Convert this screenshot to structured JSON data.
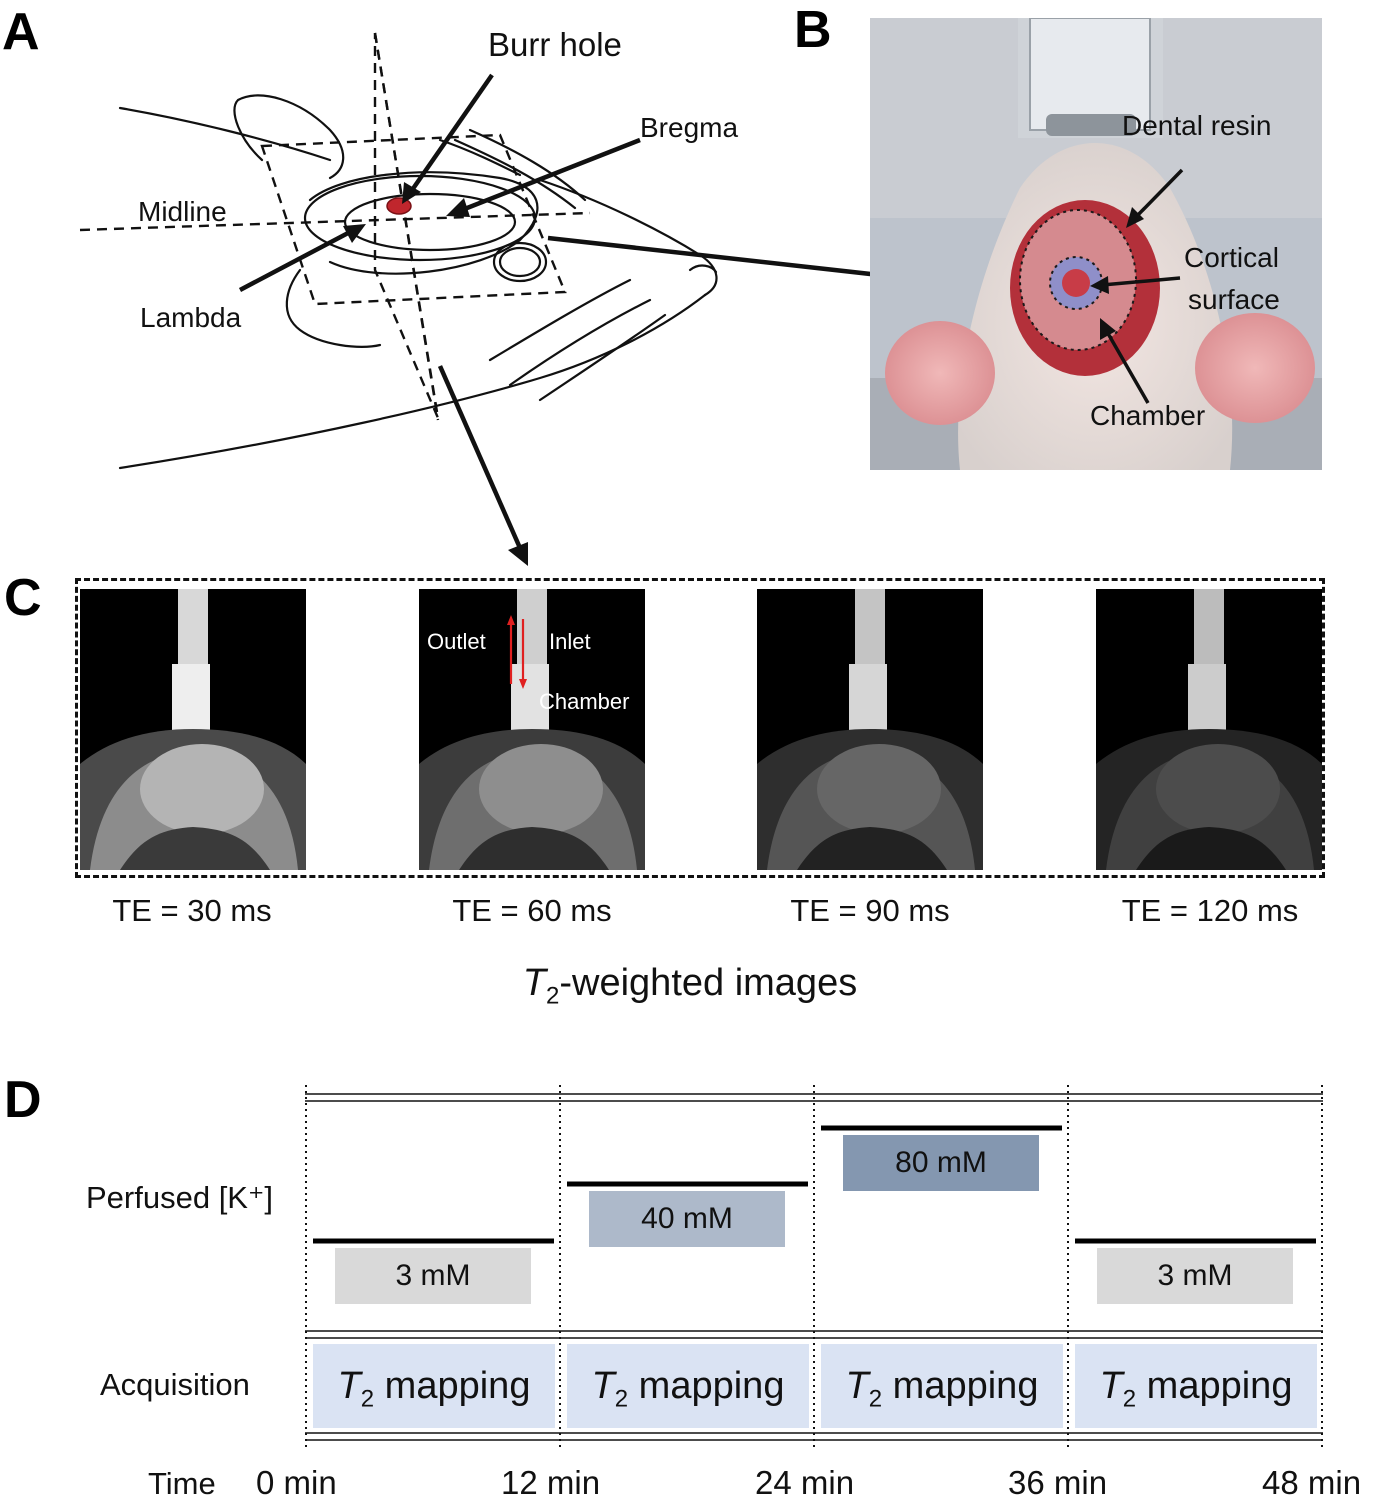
{
  "panels": [
    "A",
    "B",
    "C",
    "D"
  ],
  "panel_a": {
    "labels": {
      "burr_hole": "Burr hole",
      "bregma": "Bregma",
      "midline": "Midline",
      "lambda": "Lambda"
    }
  },
  "panel_b": {
    "labels": {
      "dental_resin": "Dental resin",
      "cortical": "Cortical",
      "surface": "surface",
      "chamber": "Chamber"
    }
  },
  "panel_c": {
    "overlay": {
      "outlet": "Outlet",
      "inlet": "Inlet",
      "chamber": "Chamber"
    },
    "te_labels": [
      "TE = 30 ms",
      "TE = 60 ms",
      "TE = 90 ms",
      "TE = 120 ms"
    ],
    "caption_italic": "T",
    "caption_sub": "2",
    "caption_rest": "-weighted images"
  },
  "panel_d": {
    "row_labels": {
      "perfused": "Perfused [K⁺]",
      "acquisition": "Acquisition",
      "time": "Time"
    },
    "concentrations": [
      "3 mM",
      "40 mM",
      "80 mM",
      "3 mM"
    ],
    "concentration_values_mM": [
      3,
      40,
      80,
      3
    ],
    "acquisition_blocks": [
      {
        "italic": "T",
        "sub": "2",
        "rest": " mapping"
      },
      {
        "italic": "T",
        "sub": "2",
        "rest": " mapping"
      },
      {
        "italic": "T",
        "sub": "2",
        "rest": " mapping"
      },
      {
        "italic": "T",
        "sub": "2",
        "rest": " mapping"
      }
    ],
    "time_ticks": [
      "0 min",
      "12 min",
      "24 min",
      "36 min",
      "48 min"
    ],
    "colors": {
      "conc_3": "#d9d9d9",
      "conc_40": "#adb9ca",
      "conc_80": "#8497b0",
      "acquisition": "#dae3f3"
    }
  }
}
